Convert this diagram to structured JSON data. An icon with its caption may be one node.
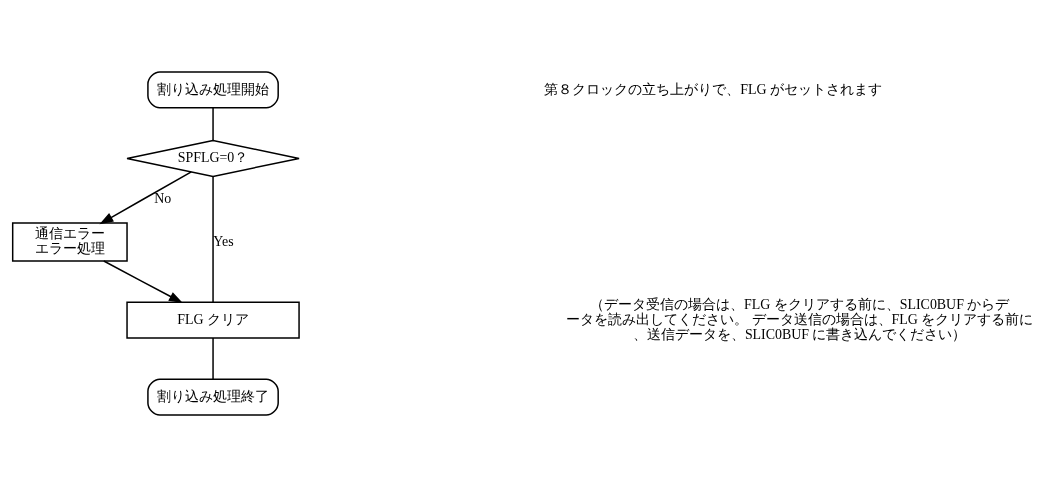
{
  "diagram": {
    "nodes": [
      {
        "text": [
          "割り込み処理開始"
        ]
      },
      {
        "text": [
          "SPFLG=0？"
        ]
      },
      {
        "text": [
          "通信エラー",
          "エラー処理"
        ]
      },
      {
        "text": [
          "FLG クリア"
        ]
      },
      {
        "text": [
          "割り込み処理終了"
        ]
      }
    ],
    "edges": [
      {
        "from": 0,
        "to": 1,
        "arrow": "none"
      },
      {
        "from": 1,
        "to": 2,
        "arrow": "to",
        "label": "No"
      },
      {
        "from": 1,
        "to": 3,
        "arrow": "none",
        "label": "Yes"
      },
      {
        "from": 2,
        "to": 3,
        "arrow": "to"
      },
      {
        "from": 3,
        "to": 4,
        "arrow": "none"
      }
    ],
    "labels": [
      "第８クロックの立ち上がりで、FLG がセットされます",
      "（データ受信の場合は、FLG をクリアする前に、SLIC0BUF からデータを読み出してください。 データ送信の場合は、FLG をクリアする前に、送信データを、SLIC0BUF に書き込んでください）"
    ]
  }
}
